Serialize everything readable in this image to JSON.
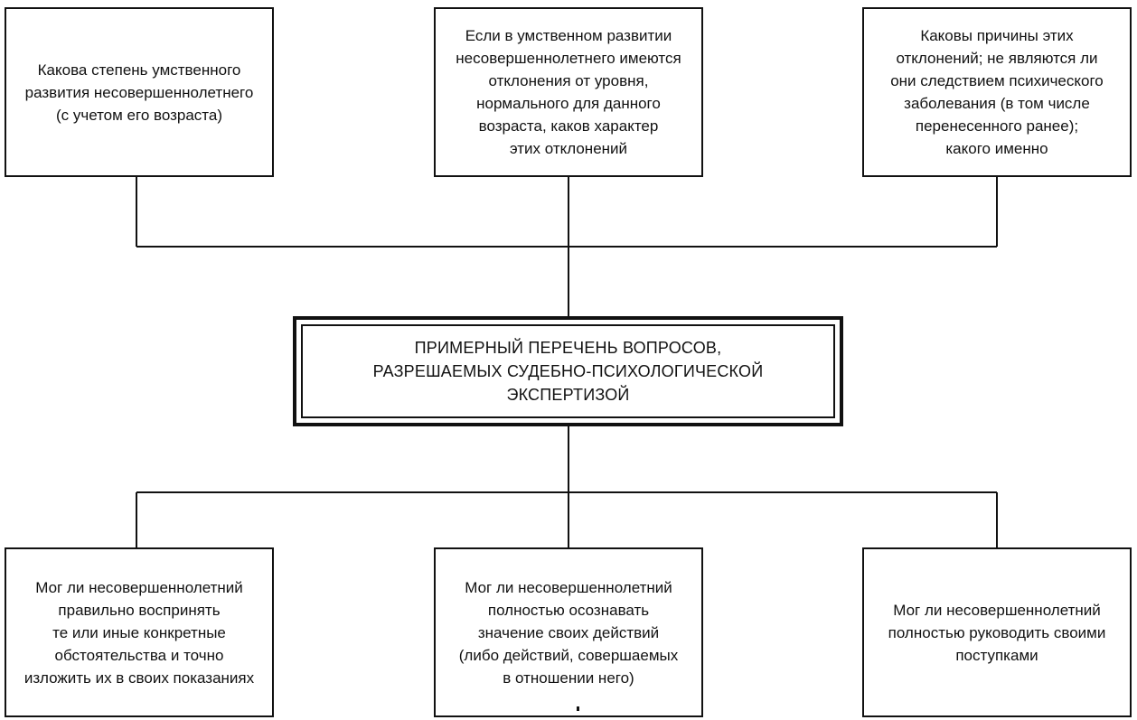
{
  "diagram": {
    "center": {
      "title": "ПРИМЕРНЫЙ ПЕРЕЧЕНЬ ВОПРОСОВ,\nРАЗРЕШАЕМЫХ СУДЕБНО-ПСИХОЛОГИЧЕСКОЙ\nЭКСПЕРТИЗОЙ"
    },
    "top": [
      {
        "text": "Какова степень умственного\nразвития несовершеннолетнего\n(с учетом его возраста)"
      },
      {
        "text": "Если в умственном развитии\nнесовершеннолетнего имеются\nотклонения от уровня,\nнормального для данного\nвозраста, каков характер\nэтих отклонений"
      },
      {
        "text": "Каковы причины этих\nотклонений; не являются ли\nони следствием психического\nзаболевания (в том числе\nперенесенного ранее);\nкакого именно"
      }
    ],
    "bottom": [
      {
        "text": "Мог ли несовершеннолетний\nправильно воспринять\nте или иные конкретные\nобстоятельства и точно\nизложить их в своих показаниях"
      },
      {
        "text": "Мог ли несовершеннолетний\nполностью осознавать\nзначение своих действий\n(либо действий, совершаемых\nв отношении него)"
      },
      {
        "text": "Мог ли несовершеннолетний\nполностью руководить своими\nпоступками"
      }
    ]
  }
}
